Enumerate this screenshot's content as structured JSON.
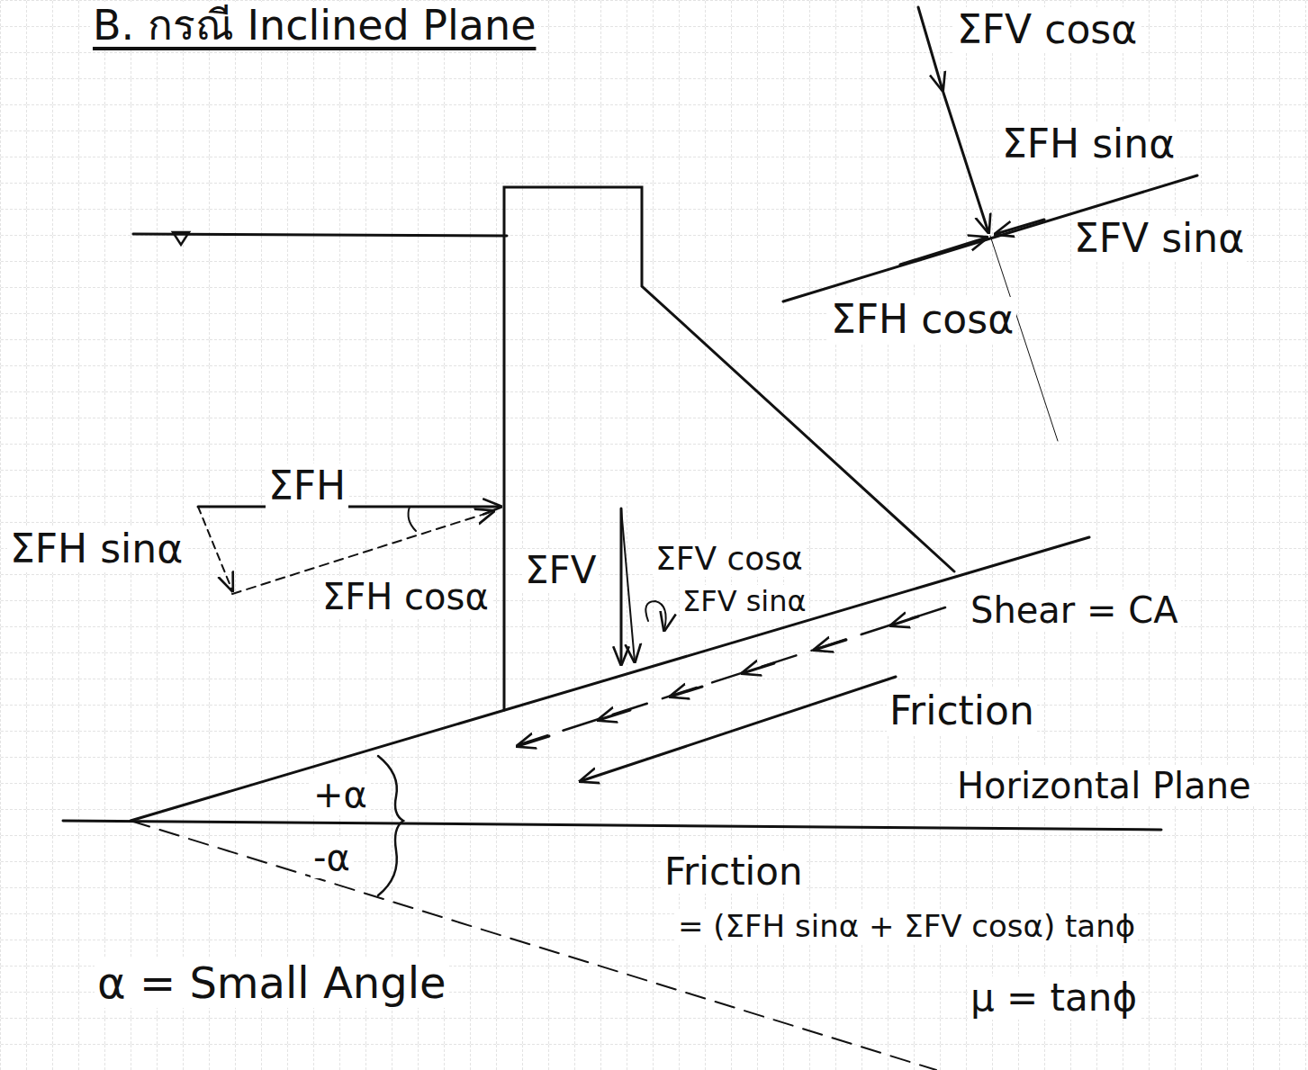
{
  "diagram": {
    "title": "B. กรณี Inclined Plane",
    "labels": [
      "ΣFV cosα",
      "ΣFH sinα",
      "ΣFV sinα",
      "ΣFH cosα",
      "ΣFH",
      "ΣFH sinα",
      "ΣFH cosα",
      "ΣFV",
      "ΣFV cosα",
      "ΣFV sinα",
      "Shear = CA",
      "Friction",
      "Horizontal Plane",
      "+α",
      "-α",
      "Friction",
      "= (ΣFH sinα + ΣFV cosα) tanϕ",
      "μ = tanϕ",
      "α = Small Angle"
    ]
  }
}
